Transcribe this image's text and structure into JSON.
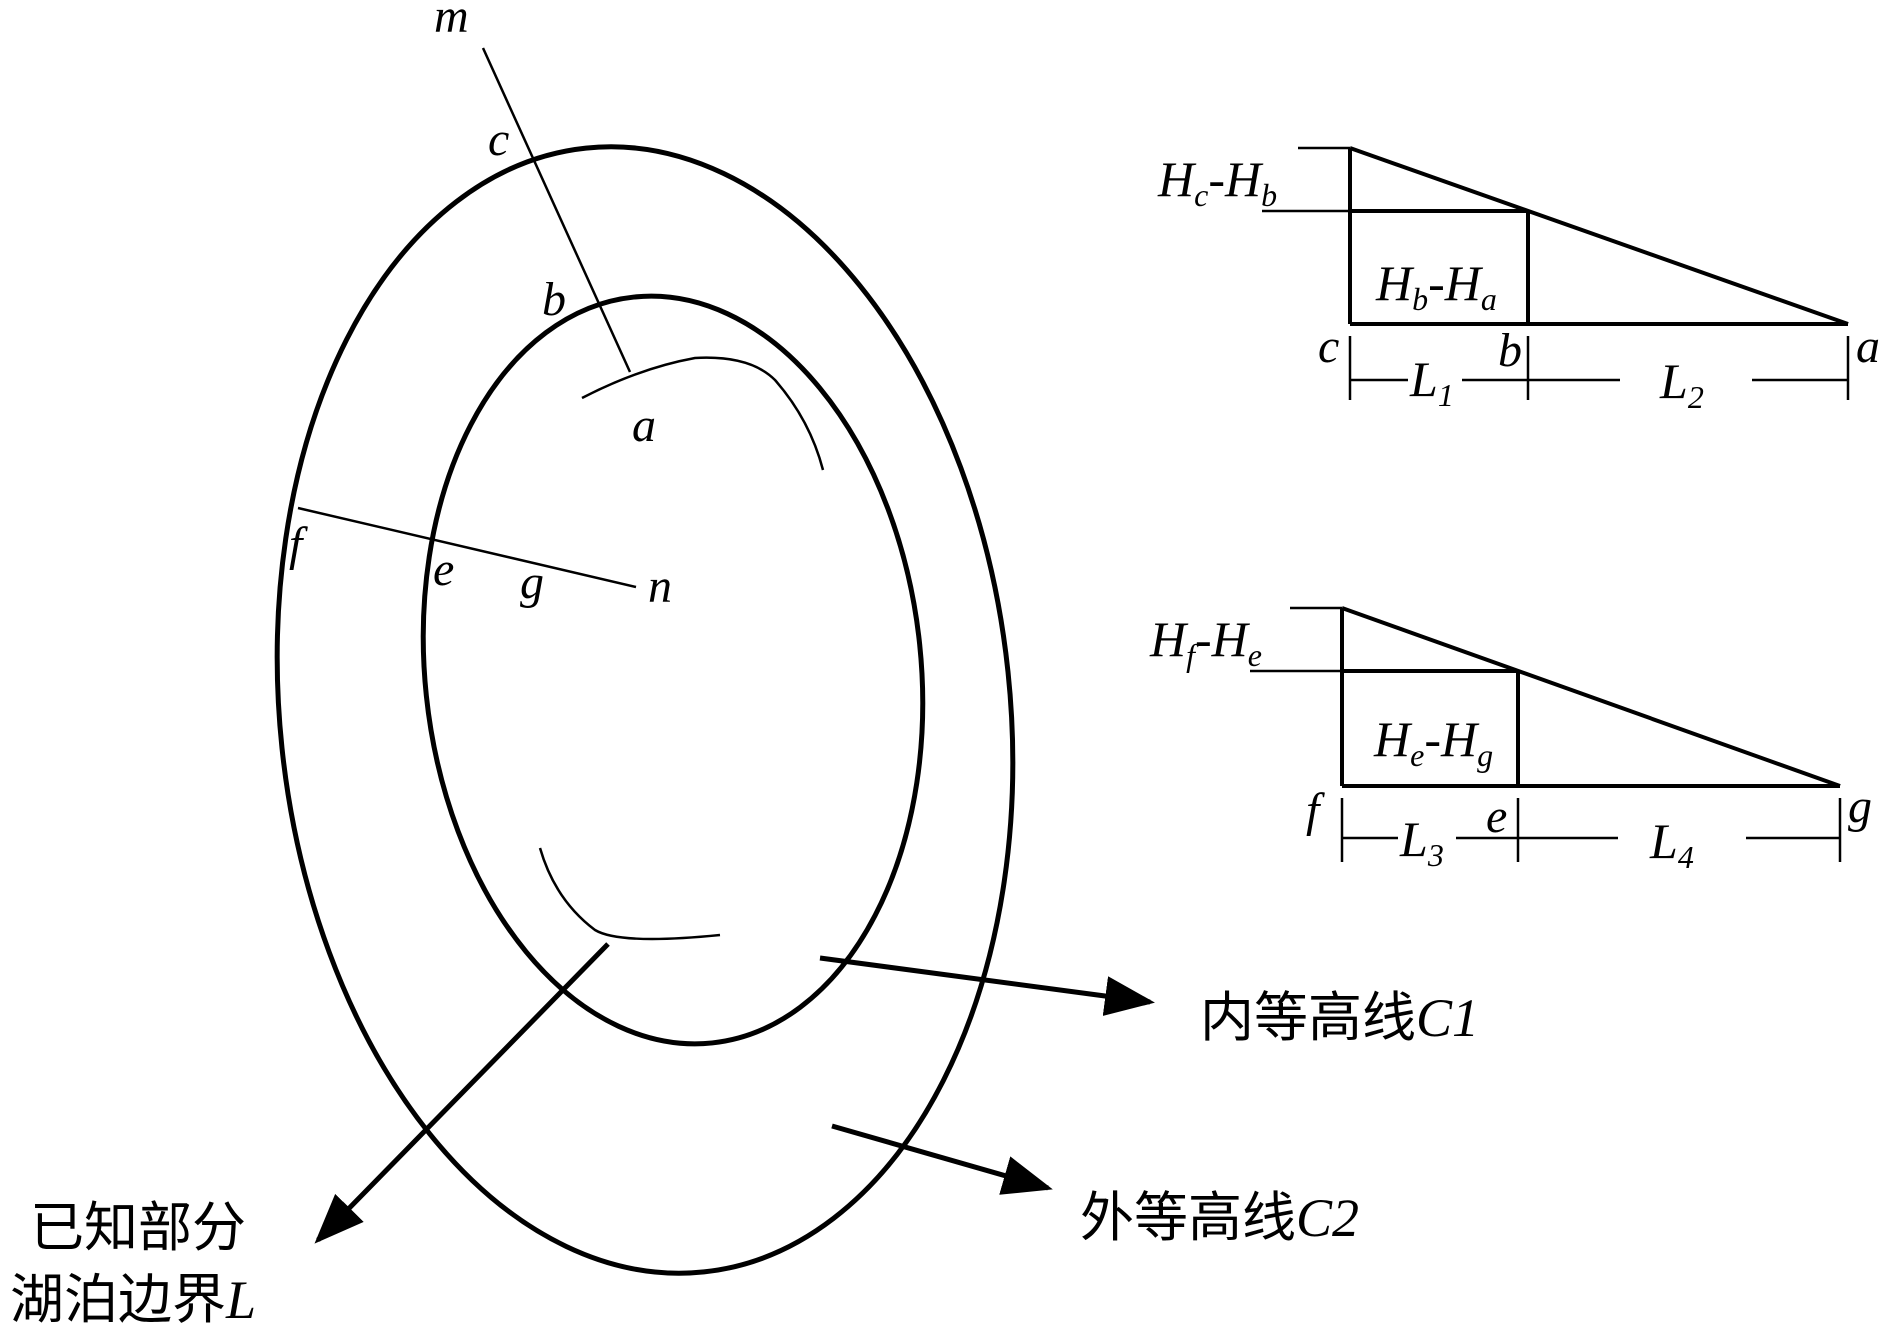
{
  "points": {
    "m": "m",
    "c": "c",
    "b": "b",
    "a": "a",
    "f": "f",
    "e": "e",
    "g": "g",
    "n": "n"
  },
  "callouts": {
    "inner_contour": {
      "text": "内等高线",
      "suffix": "C1"
    },
    "outer_contour": {
      "text": "外等高线",
      "suffix": "C2"
    },
    "lake_boundary": {
      "line1": "已知部分",
      "line2": "湖泊边界",
      "suffix": "L"
    }
  },
  "triangle_top": {
    "height_upper": {
      "H1": "H",
      "s1": "c",
      "dash": "-",
      "H2": "H",
      "s2": "b"
    },
    "height_inner": {
      "H1": "H",
      "s1": "b",
      "dash": "-",
      "H2": "H",
      "s2": "a"
    },
    "corner_left": "c",
    "corner_mid": "b",
    "corner_right": "a",
    "len_left": {
      "L": "L",
      "sub": "1"
    },
    "len_right": {
      "L": "L",
      "sub": "2"
    }
  },
  "triangle_bottom": {
    "height_upper": {
      "H1": "H",
      "s1": "f",
      "dash": "-",
      "H2": "H",
      "s2": "e"
    },
    "height_inner": {
      "H1": "H",
      "s1": "e",
      "dash": "-",
      "H2": "H",
      "s2": "g"
    },
    "corner_left": "f",
    "corner_mid": "e",
    "corner_right": "g",
    "len_left": {
      "L": "L",
      "sub": "3"
    },
    "len_right": {
      "L": "L",
      "sub": "4"
    }
  },
  "colors": {
    "stroke": "#000000",
    "background": "#ffffff"
  }
}
